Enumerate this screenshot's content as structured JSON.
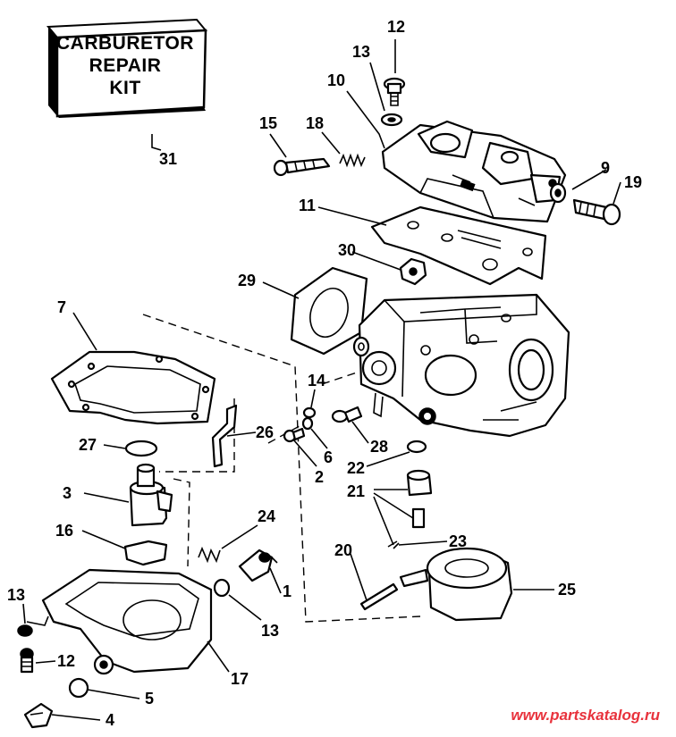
{
  "kit_label": {
    "line1": "CARBURETOR",
    "line2": "REPAIR",
    "line3": "KIT"
  },
  "callouts": {
    "c1": "1",
    "c2": "2",
    "c3": "3",
    "c4": "4",
    "c5": "5",
    "c6": "6",
    "c7": "7",
    "c9": "9",
    "c10": "10",
    "c11": "11",
    "c12a": "12",
    "c12b": "12",
    "c13a": "13",
    "c13b": "13",
    "c13c": "13",
    "c14": "14",
    "c15": "15",
    "c16": "16",
    "c17": "17",
    "c18": "18",
    "c19": "19",
    "c20": "20",
    "c21": "21",
    "c22": "22",
    "c23": "23",
    "c24": "24",
    "c25": "25",
    "c26": "26",
    "c27": "27",
    "c28": "28",
    "c29": "29",
    "c30": "30",
    "c31": "31"
  },
  "watermark": "www.partskatalog.ru",
  "colors": {
    "ink": "#000000",
    "paper": "#ffffff",
    "watermark": "#e8323c"
  }
}
